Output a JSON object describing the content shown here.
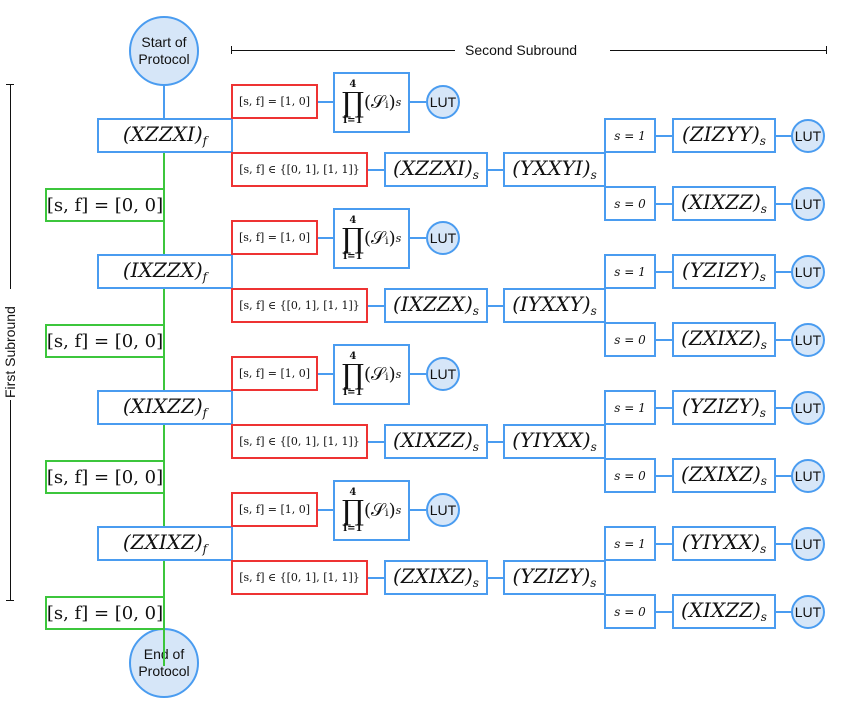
{
  "title_labels": {
    "second_subround": "Second Subround",
    "first_subround": "First Subround"
  },
  "start_node": "Start of Protocol",
  "start_node_line1": "Start of",
  "start_node_line2": "Protocol",
  "end_node_line1": "End of",
  "end_node_line2": "Protocol",
  "lut_label": "LUT",
  "colors": {
    "blue": "#4a9cf0",
    "red": "#ee3333",
    "green": "#3cc63c",
    "circle_fill": "#d6e6f8"
  },
  "stages": [
    {
      "f_operator": "(XZZXI)",
      "f_subscript": "f",
      "cond_10": "[s, f] = [1, 0]",
      "product": {
        "upper": "4",
        "lower": "i=1",
        "body": "(𝒮ᵢ)",
        "subscript": "s"
      },
      "cond_01_11": "[s, f] ∈ {[0, 1], [1, 1]}",
      "s_op1": "(XZZXI)",
      "s_op2": "(YXXYI)",
      "branch_s1_label": "s = 1",
      "branch_s1_op": "(ZIZYY)",
      "branch_s0_label": "s = 0",
      "branch_s0_op": "(XIXZZ)",
      "green_cond": "[s, f] = [0, 0]"
    },
    {
      "f_operator": "(IXZZX)",
      "f_subscript": "f",
      "cond_10": "[s, f] = [1, 0]",
      "product": {
        "upper": "4",
        "lower": "i=1",
        "body": "(𝒮ᵢ)",
        "subscript": "s"
      },
      "cond_01_11": "[s, f] ∈ {[0, 1], [1, 1]}",
      "s_op1": "(IXZZX)",
      "s_op2": "(IYXXY)",
      "branch_s1_label": "s = 1",
      "branch_s1_op": "(YZIZY)",
      "branch_s0_label": "s = 0",
      "branch_s0_op": "(ZXIXZ)",
      "green_cond": "[s, f] = [0, 0]"
    },
    {
      "f_operator": "(XIXZZ)",
      "f_subscript": "f",
      "cond_10": "[s, f] = [1, 0]",
      "product": {
        "upper": "4",
        "lower": "i=1",
        "body": "(𝒮ᵢ)",
        "subscript": "s"
      },
      "cond_01_11": "[s, f] ∈ {[0, 1], [1, 1]}",
      "s_op1": "(XIXZZ)",
      "s_op2": "(YIYXX)",
      "branch_s1_label": "s = 1",
      "branch_s1_op": "(YZIZY)",
      "branch_s0_label": "s = 0",
      "branch_s0_op": "(ZXIXZ)",
      "green_cond": "[s, f] = [0, 0]"
    },
    {
      "f_operator": "(ZXIXZ)",
      "f_subscript": "f",
      "cond_10": "[s, f] = [1, 0]",
      "product": {
        "upper": "4",
        "lower": "i=1",
        "body": "(𝒮ᵢ)",
        "subscript": "s"
      },
      "cond_01_11": "[s, f] ∈ {[0, 1], [1, 1]}",
      "s_op1": "(ZXIXZ)",
      "s_op2": "(YZIZY)",
      "branch_s1_label": "s = 1",
      "branch_s1_op": "(YIYXX)",
      "branch_s0_label": "s = 0",
      "branch_s0_op": "(XIXZZ)",
      "green_cond": "[s, f] = [0, 0]"
    }
  ]
}
